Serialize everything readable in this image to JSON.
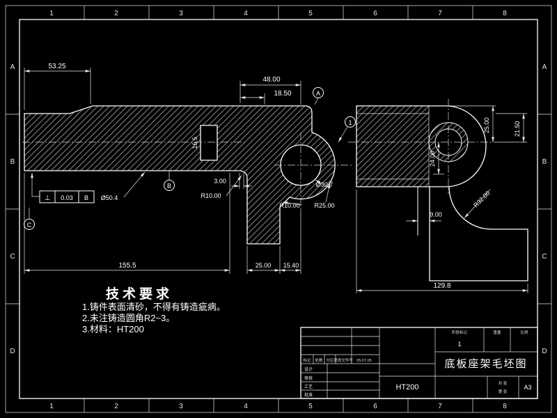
{
  "colors": {
    "background": "#000000",
    "line": "#ffffff"
  },
  "frame": {
    "cols": [
      "1",
      "2",
      "3",
      "4",
      "5",
      "6",
      "7",
      "8"
    ],
    "rows": [
      "A",
      "B",
      "C",
      "D"
    ]
  },
  "views": {
    "left": {
      "dims": {
        "d5325": "53.25",
        "d48": "48.00",
        "d1850": "18.50",
        "d165": "16.5",
        "d300": "3.00",
        "r10a": "R10.00",
        "r10b": "R10.00",
        "r25": "R25.00",
        "dia307": "Ø30.7",
        "dia504": "Ø50.4",
        "d1555": "155.5",
        "d2500": "25.00",
        "d1540": "15.40"
      },
      "datums": {
        "a": "A",
        "b": "B",
        "c": "C",
        "balloon": "1"
      },
      "fcf": {
        "symbol": "⊥",
        "tolerance": "0.03",
        "datum": "B"
      }
    },
    "right": {
      "dims": {
        "d2500": "25.00",
        "d2150": "21.50",
        "d2400": "24.00",
        "r32": "R32.00",
        "d900": "9.00",
        "d1298": "129.8"
      }
    }
  },
  "notes": {
    "title": "技术要求",
    "items": [
      "1.铸件表面清砂，不得有铸造疵病。",
      "2.未注铸造圆角R2~3。",
      "3.材料：HT200"
    ]
  },
  "titleblock": {
    "name": "底板座架毛坯图",
    "material": "HT200",
    "paper": "A3",
    "stage_value": "1",
    "date": "05.07.05",
    "rev_header": {
      "mark": "标记",
      "count": "处数",
      "zone": "分区",
      "doc": "更改文件号"
    },
    "roles": {
      "design": "设计",
      "check": "审核",
      "process": "工艺",
      "approve": "批准"
    },
    "meta": {
      "stage": "阶段标记",
      "weight": "重量",
      "scale": "比例",
      "sheets": "共 张",
      "sheet": "第 张"
    }
  }
}
